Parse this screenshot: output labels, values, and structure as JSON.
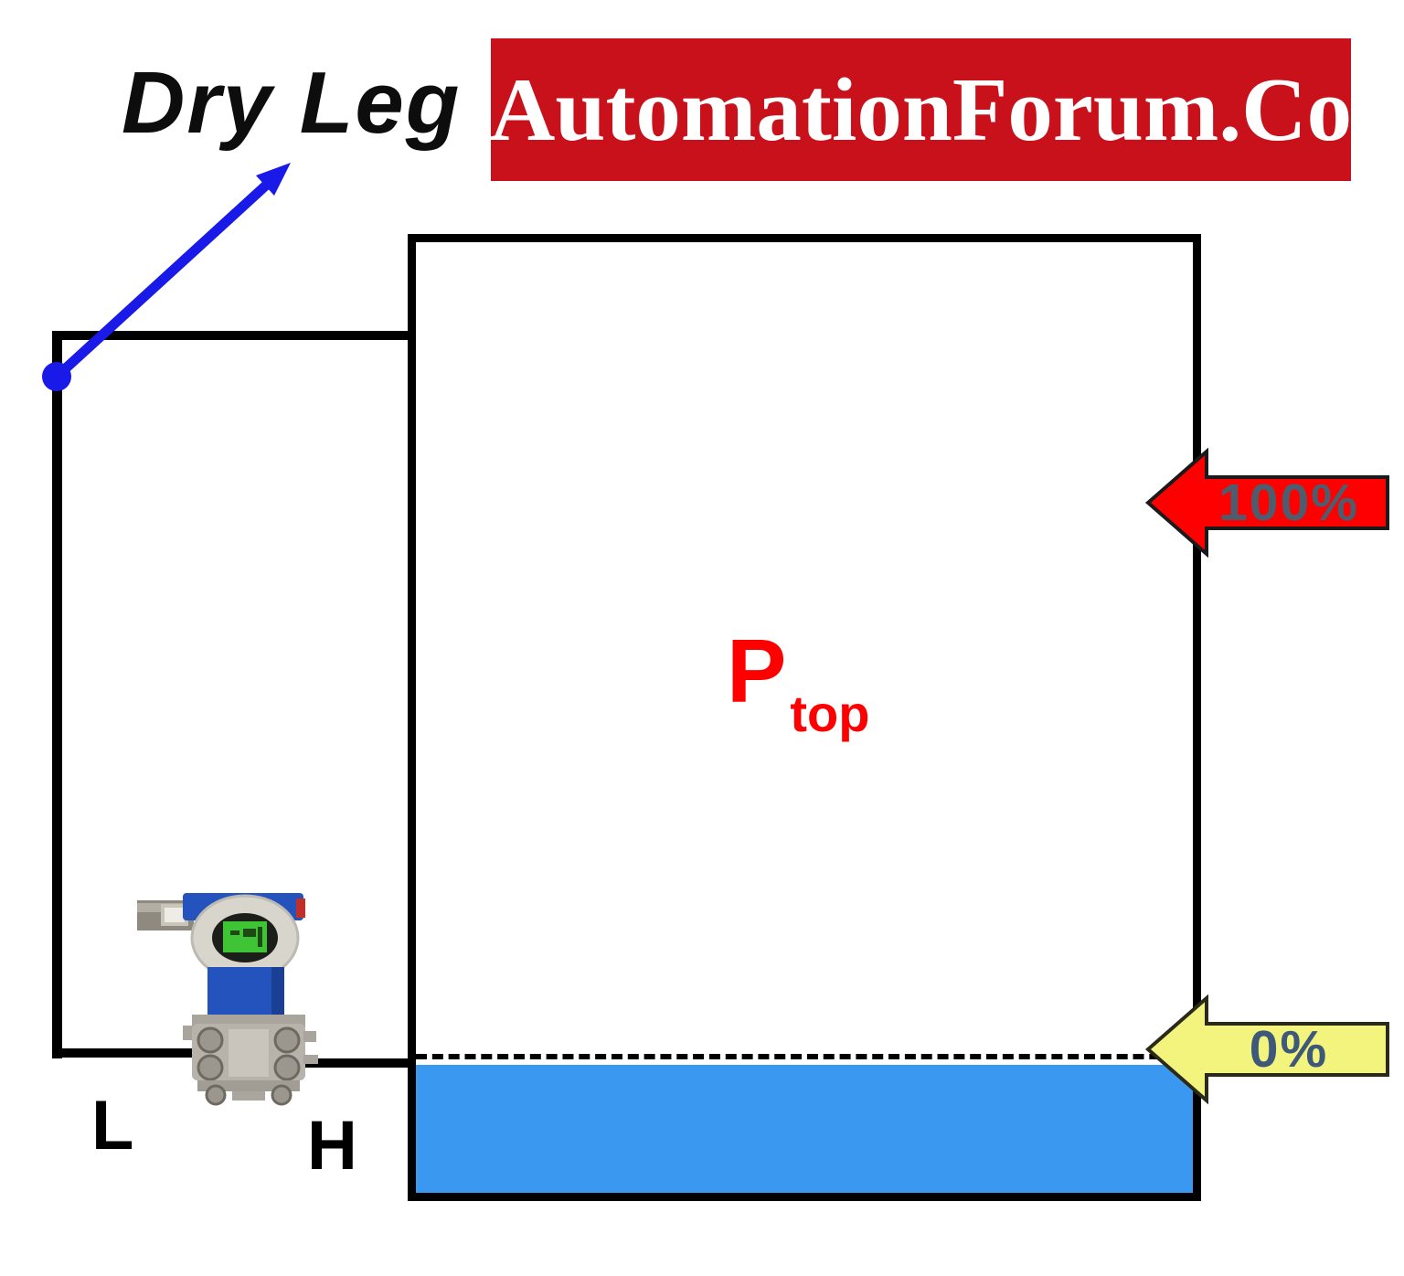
{
  "diagram_title": "Dry Leg",
  "logo": {
    "text": "AutomationForum.Co",
    "background": "#C8111A",
    "color": "#FFFFFF"
  },
  "tank": {
    "pressure_symbol": "P",
    "pressure_subscript": "top",
    "pressure_color": "#FF0000",
    "liquid_color": "#3B98F0",
    "outline_color": "#000000"
  },
  "level_markers": {
    "full": {
      "label": "100%",
      "fill": "#FF0000",
      "text_color": "#4D5D6E"
    },
    "empty": {
      "label": "0%",
      "fill": "#F3F47E",
      "text_color": "#3D5878"
    }
  },
  "transmitter": {
    "type": "differential-pressure-transmitter",
    "low_port_label": "L",
    "high_port_label": "H",
    "body_color": "#2553BE",
    "lcd_color": "#3FC435"
  },
  "annotation": {
    "pointer_color": "#1A1AE8"
  }
}
